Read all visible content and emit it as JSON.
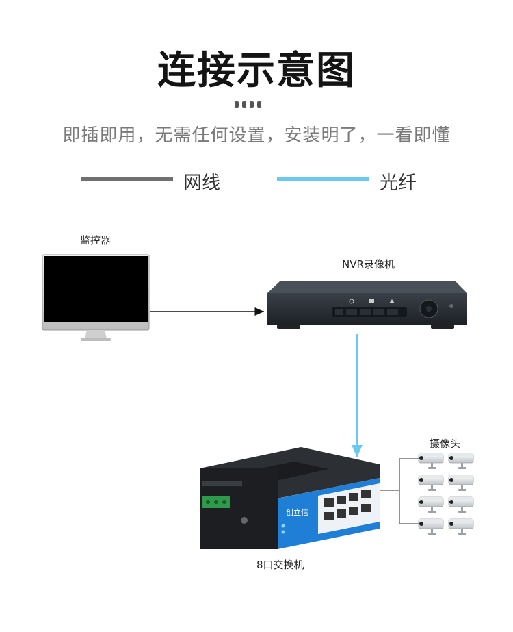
{
  "header": {
    "title": "连接示意图",
    "subtitle": "即插即用，无需任何设置，安装明了，一看即懂"
  },
  "legend": {
    "items": [
      {
        "label": "网线",
        "color": "#707070"
      },
      {
        "label": "光纤",
        "color": "#6cc8ee"
      }
    ]
  },
  "devices": {
    "monitor": {
      "label": "监控器",
      "icon": "monitor-icon"
    },
    "nvr": {
      "label": "NVR录像机",
      "icon": "nvr-recorder-icon"
    },
    "switch": {
      "label": "8口交换机",
      "icon": "network-switch-icon",
      "brand": "创立信"
    },
    "cameras": {
      "label": "摄像头",
      "icon": "security-camera-icon",
      "count": 8
    }
  },
  "colors": {
    "cable": "#707070",
    "fiber": "#6cc8ee",
    "switch_accent": "#1f7fd6"
  }
}
